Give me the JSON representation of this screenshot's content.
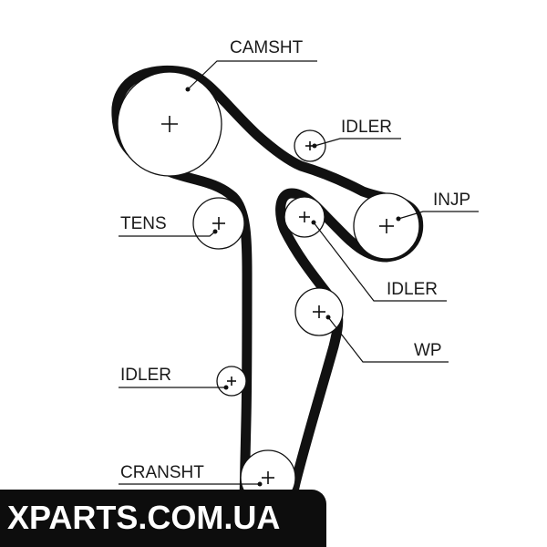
{
  "labels": {
    "camsht": "CAMSHT",
    "idler_top": "IDLER",
    "injp": "INJP",
    "tens": "TENS",
    "idler_mid": "IDLER",
    "wp": "WP",
    "idler_left": "IDLER",
    "cransht": "CRANSHT"
  },
  "watermark": "XPARTS.COM.UA",
  "colors": {
    "ink": "#111111",
    "banner": "#0d0d0d",
    "banner_text": "#ffffff",
    "background": "#ffffff"
  }
}
